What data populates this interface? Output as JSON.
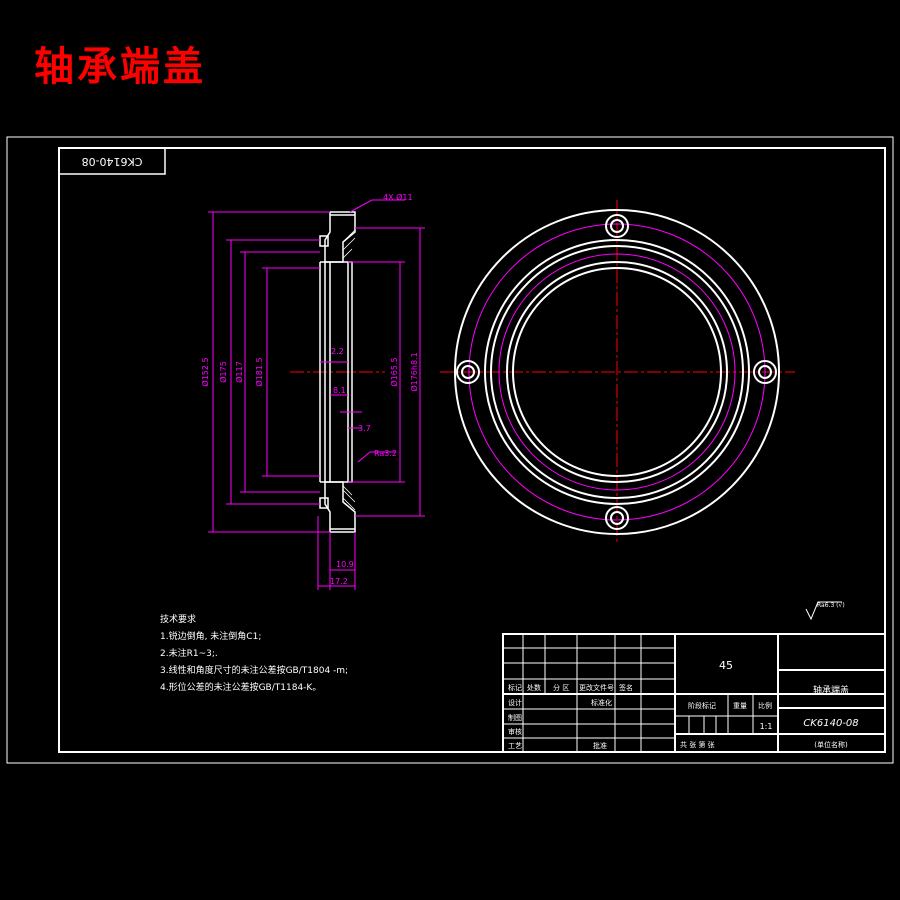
{
  "page_title": "轴承端盖",
  "drawing_number_rotated": "CK6140-08",
  "dimensions": {
    "holes": "4X Ø11",
    "d1": "Ø152.5",
    "d2": "Ø175",
    "d3": "Ø117",
    "d4": "Ø181.5",
    "d5": "Ø165.5",
    "d6": "Ø176h8.1",
    "t1": "2.2",
    "t2": "8.1",
    "t3": "3.7",
    "w1": "10.9",
    "w2": "17.2",
    "roughness_callout": "Ra3.2"
  },
  "roughness_symbol": "Ra6.3 (√)",
  "tech_requirements": {
    "heading": "技术要求",
    "items": [
      "1.锐边倒角, 未注倒角C1;",
      "2.未注R1~3;.",
      "3.线性和角度尺寸的未注公差按GB/T1804 -m;",
      "4.形位公差的未注公差按GB/T1184-K。"
    ]
  },
  "title_block": {
    "material": "45",
    "part_name": "轴承端盖",
    "drawing_no": "CK6140-08",
    "scale": "1:1",
    "scale_label": "比例",
    "weight_label": "重量",
    "stage_label": "阶段标记",
    "sheets_label": "共  张 第  张",
    "unit_label": "(单位名称)",
    "row_labels": [
      "标记",
      "处数",
      "分 区",
      "更改文件号",
      "签名"
    ],
    "left_labels": [
      "设计",
      "制图",
      "审核",
      "工艺"
    ],
    "std_label": "标准化",
    "approve_label": "批准"
  }
}
